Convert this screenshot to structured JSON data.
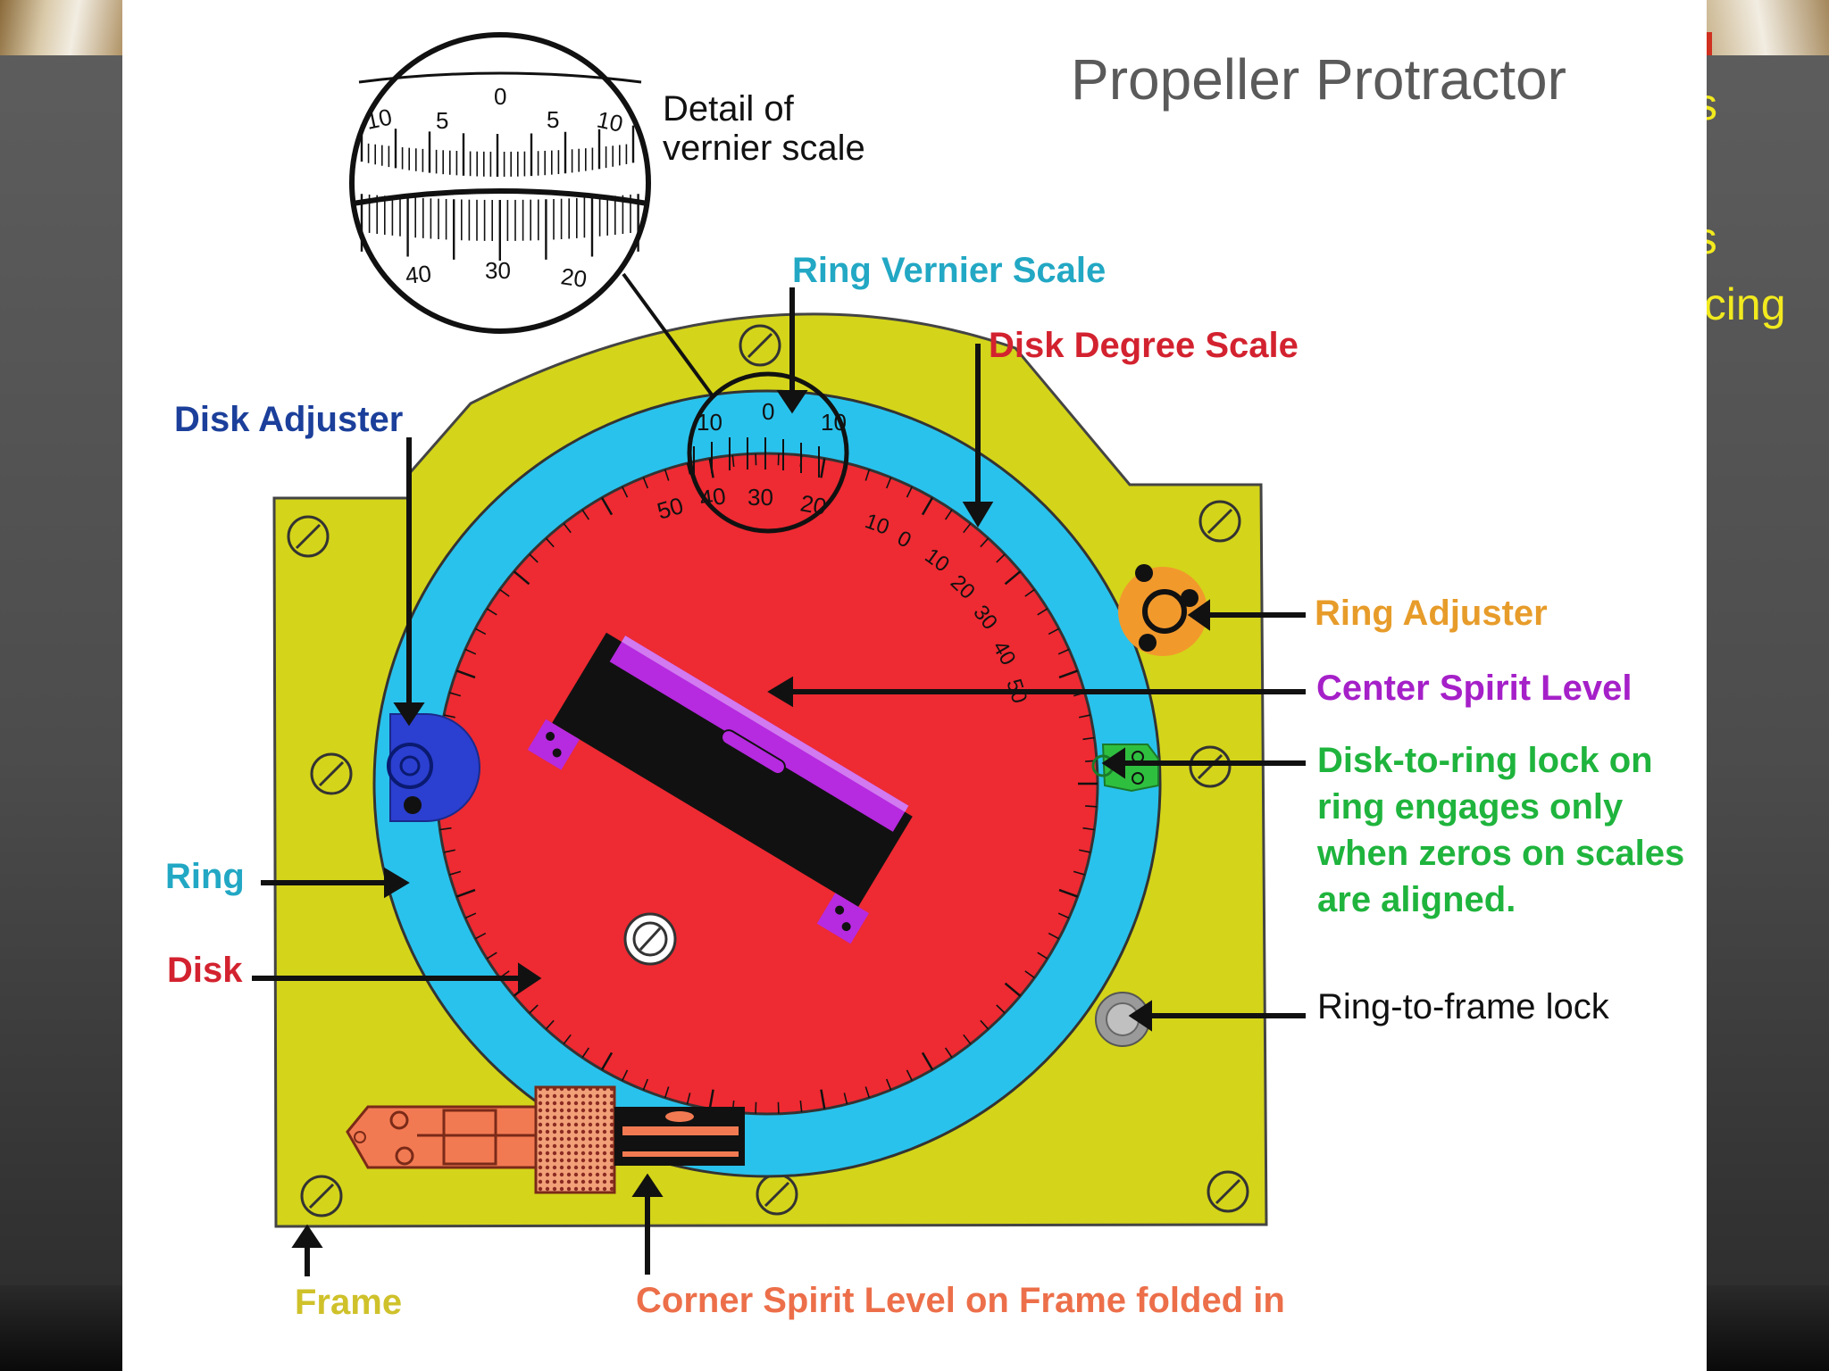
{
  "slide": {
    "title": "Propeller Protractor"
  },
  "background_text": {
    "line1": "s",
    "line2": "ns",
    "line3": "ncing"
  },
  "labels": {
    "detail_vernier": "Detail of vernier scale",
    "ring_vernier_scale": "Ring Vernier Scale",
    "disk_degree_scale": "Disk Degree Scale",
    "disk_adjuster": "Disk Adjuster",
    "ring_adjuster": "Ring Adjuster",
    "center_spirit_level": "Center Spirit Level",
    "disk_to_ring_lock": "Disk-to-ring lock on ring engages only when zeros on scales are aligned.",
    "ring_to_frame_lock": "Ring-to-frame lock",
    "ring": "Ring",
    "disk": "Disk",
    "frame": "Frame",
    "corner_spirit_level": "Corner Spirit Level on Frame folded in"
  },
  "vernier_detail": {
    "top_scale": [
      "10",
      "5",
      "0",
      "5",
      "10"
    ],
    "bottom_scale": [
      "40",
      "30",
      "20"
    ]
  },
  "small_vernier": {
    "top_scale": [
      "10",
      "0",
      "10"
    ],
    "bottom_scale": [
      "50",
      "40",
      "30",
      "20"
    ]
  },
  "disk_scale_numbers": [
    "10",
    "0",
    "10",
    "20",
    "30",
    "40",
    "50"
  ],
  "colors": {
    "frame": "#d4d41a",
    "ring": "#29c2ec",
    "disk": "#ee2a32",
    "spirit_level": "#b62ae0",
    "disk_adjuster": "#2b3fd0",
    "ring_adjuster": "#f2992c",
    "disk_ring_lock": "#2fbf3f",
    "ring_frame_lock": "#9a9a9a",
    "corner_level": "#f27a52"
  }
}
